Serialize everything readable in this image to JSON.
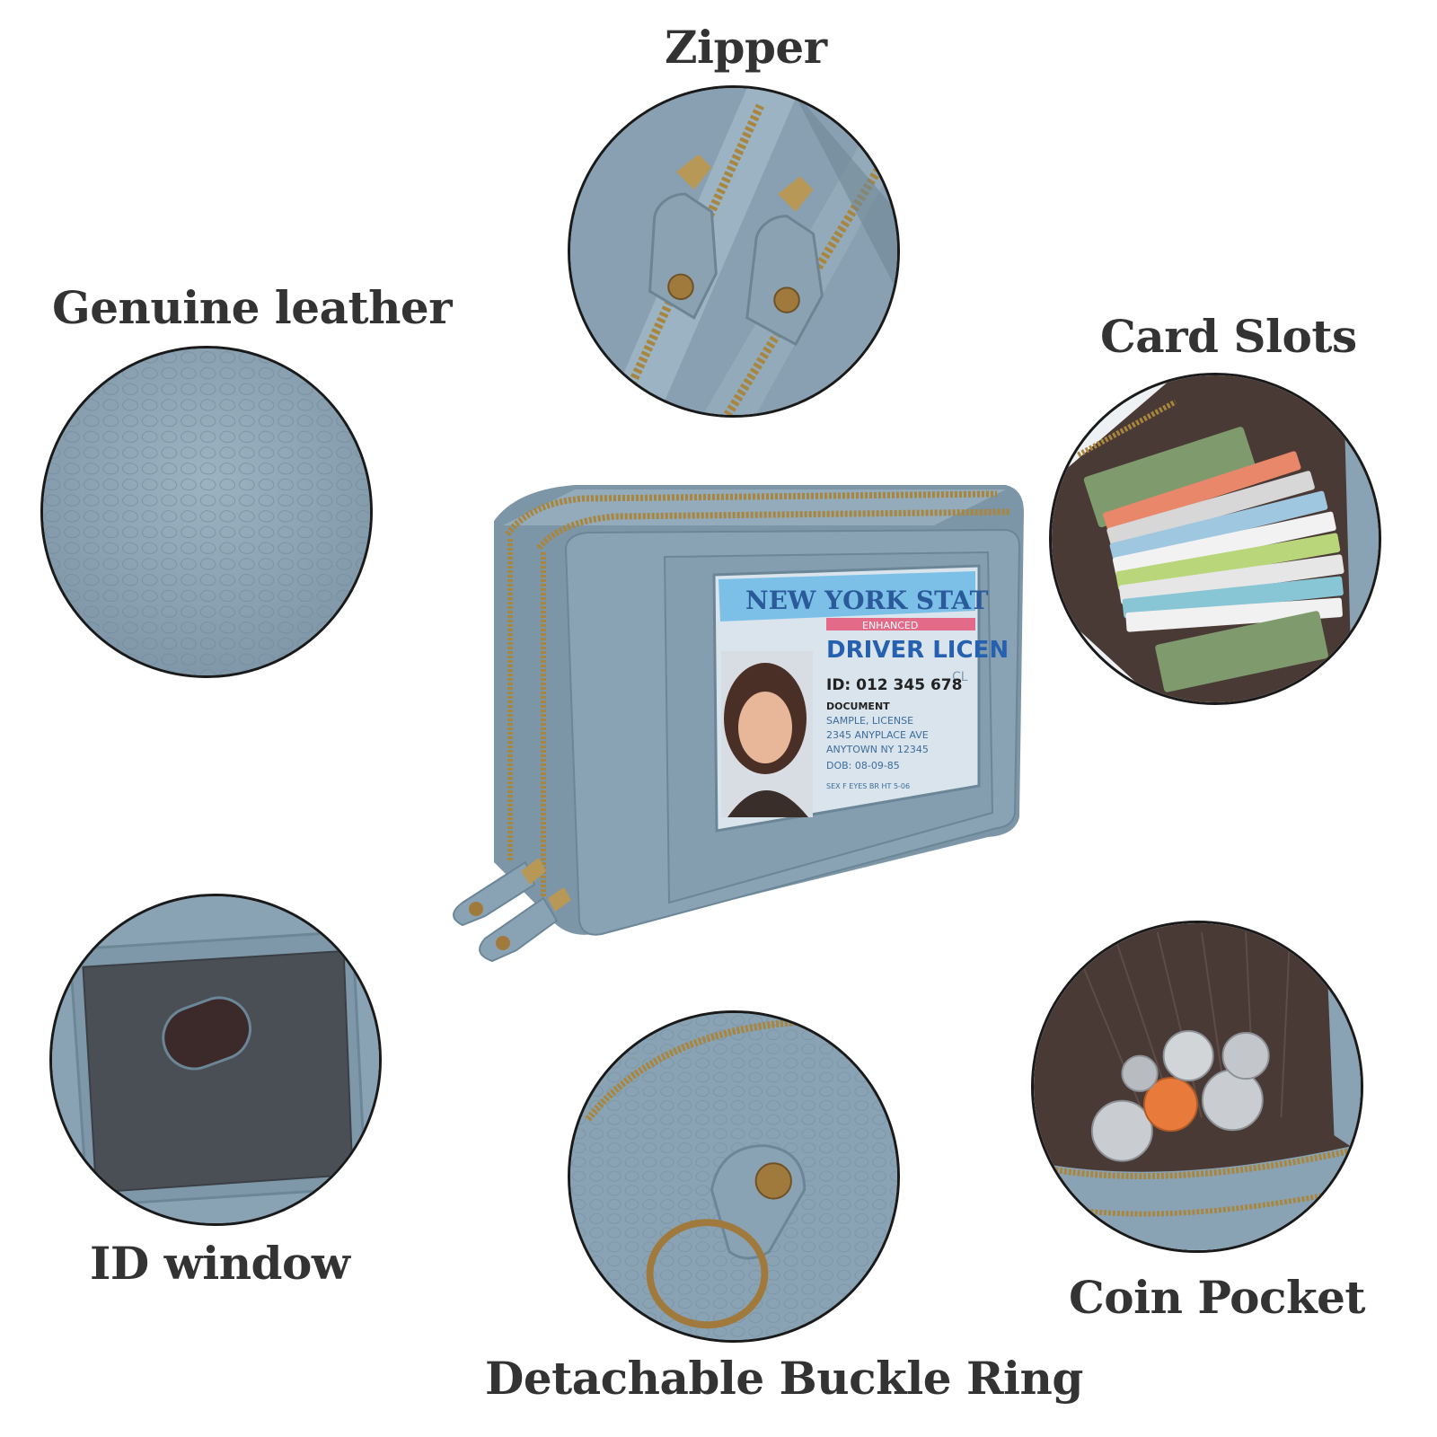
{
  "labels": {
    "zipper": "Zipper",
    "genuine_leather": "Genuine leather",
    "card_slots": "Card Slots",
    "id_window": "ID window",
    "coin_pocket": "Coin Pocket",
    "detachable_buckle_ring": "Detachable Buckle Ring"
  },
  "id_card": {
    "state": "NEW YORK STAT",
    "enhanced": "ENHANCED",
    "type": "DRIVER LICEN",
    "id_line": "ID: 012 345 678",
    "document": "DOCUMENT",
    "name_line": "SAMPLE, LICENSE",
    "address_1": "2345 ANYPLACE AVE",
    "address_2": "ANYTOWN NY 12345",
    "dob": "DOB: 08-09-85",
    "footer": "SEX F  EYES BR  HT 5-06",
    "class": "CL"
  },
  "colors": {
    "leather": "#8aa3b4",
    "leather_dark": "#6b8697",
    "zipper_gold": "#a8863e",
    "lining": "#4a3a36",
    "label_text": "#333333"
  },
  "icons": {
    "zipper": "zipper-closeup-icon",
    "leather": "leather-texture-icon",
    "card_slots": "card-slots-closeup-icon",
    "id_window": "id-window-closeup-icon",
    "coin_pocket": "coin-pocket-closeup-icon",
    "buckle_ring": "buckle-ring-closeup-icon"
  }
}
